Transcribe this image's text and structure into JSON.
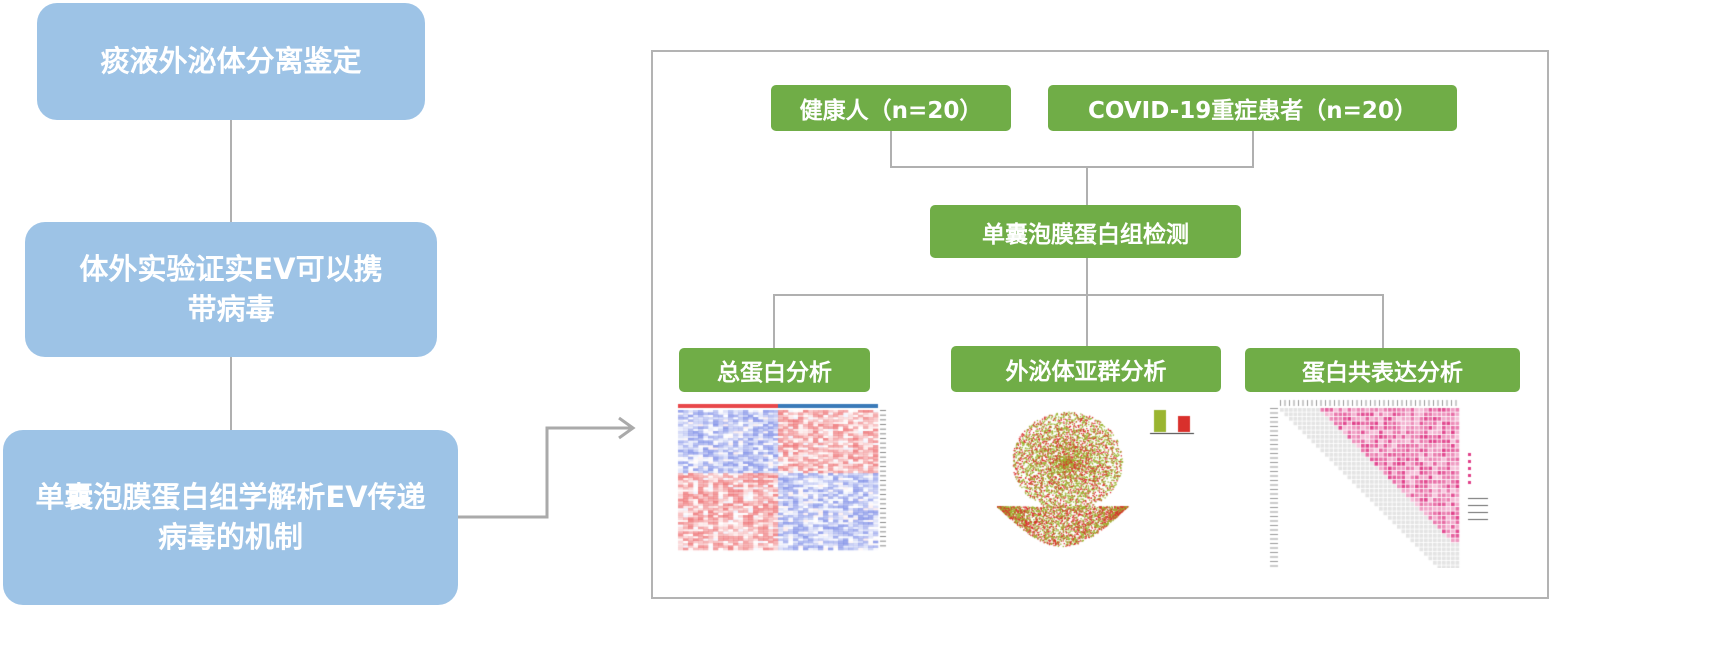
{
  "left_flow": {
    "steps": [
      {
        "label": "痰液外泌体分离鉴定"
      },
      {
        "label": "体外实验证实EV可以携带病毒"
      },
      {
        "label": "单囊泡膜蛋白组学解析EV传递病毒的机制"
      }
    ]
  },
  "right_panel": {
    "groups": [
      {
        "label": "健康人（n=20）"
      },
      {
        "label": "COVID-19重症患者（n=20）"
      }
    ],
    "method": {
      "label": "单囊泡膜蛋白组检测"
    },
    "analyses": [
      {
        "label": "总蛋白分析",
        "thumbnail": "heatmap"
      },
      {
        "label": "外泌体亚群分析",
        "thumbnail": "umap-scatter-with-bar"
      },
      {
        "label": "蛋白共表达分析",
        "thumbnail": "correlation-triangle"
      }
    ]
  },
  "colors": {
    "step_box": "#9dc3e6",
    "green_box": "#70ad47",
    "connector": "#b0b0b0",
    "heat_high": "#e8474a",
    "heat_low": "#5b6fe0",
    "cluster_green": "#9ab530",
    "cluster_red": "#d9302c",
    "corr_pink": "#e0408a"
  }
}
